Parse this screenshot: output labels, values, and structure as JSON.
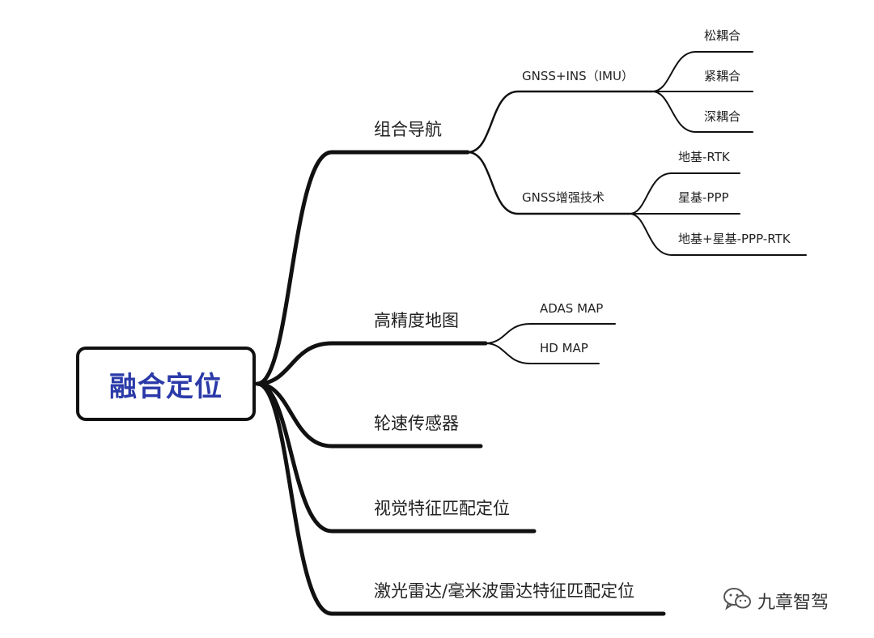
{
  "root": {
    "label": "融合定位"
  },
  "branches": [
    {
      "label": "组合导航",
      "children": [
        {
          "label": "GNSS+INS（IMU）",
          "children": [
            {
              "label": "松耦合"
            },
            {
              "label": "紧耦合"
            },
            {
              "label": "深耦合"
            }
          ]
        },
        {
          "label": "GNSS增强技术",
          "children": [
            {
              "label": "地基-RTK"
            },
            {
              "label": "星基-PPP"
            },
            {
              "label": "地基+星基-PPP-RTK"
            }
          ]
        }
      ]
    },
    {
      "label": "高精度地图",
      "children": [
        {
          "label": "ADAS MAP"
        },
        {
          "label": "HD MAP"
        }
      ]
    },
    {
      "label": "轮速传感器"
    },
    {
      "label": "视觉特征匹配定位"
    },
    {
      "label": "激光雷达/毫米波雷达特征匹配定位"
    }
  ],
  "watermark": {
    "text": "九章智驾",
    "icon": "wechat-icon"
  },
  "colors": {
    "root_text": "#2b3aa8",
    "line": "#111111"
  }
}
